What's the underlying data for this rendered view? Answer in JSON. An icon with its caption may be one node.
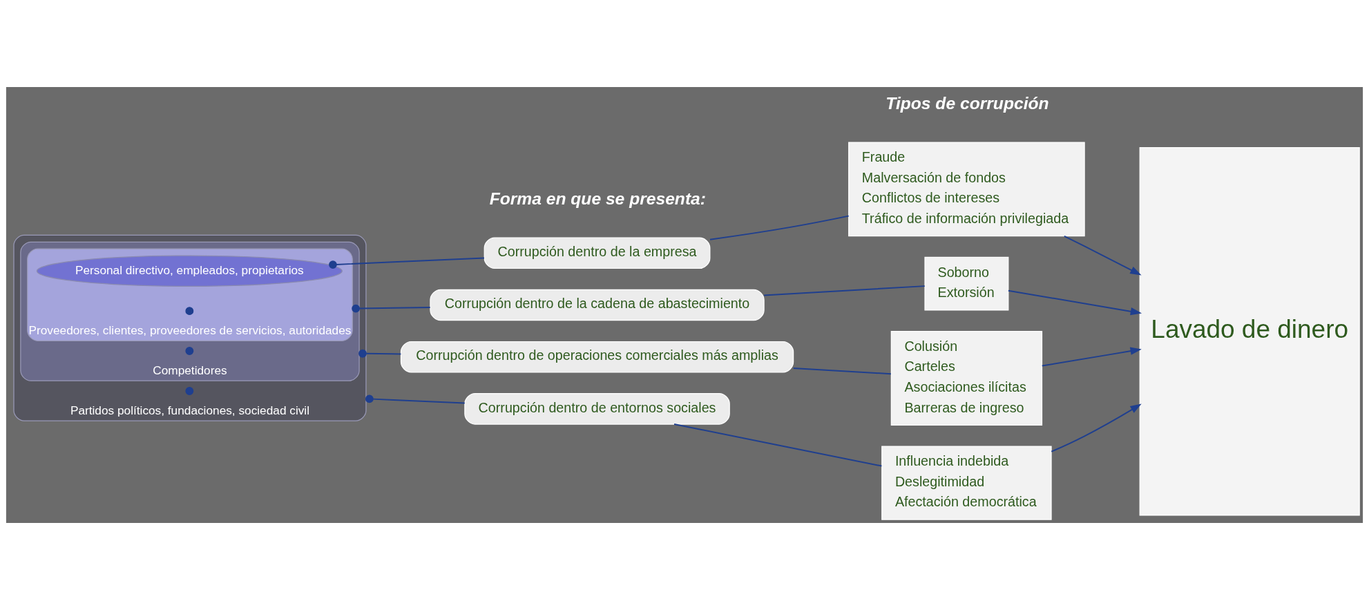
{
  "diagram": {
    "nodes": [
      {
        "text": [
          "Partidos políticos, fundaciones, sociedad civil"
        ]
      },
      {
        "text": [
          "Competidores"
        ],
        "in": 0
      },
      {
        "text": [
          "Proveedores, clientes, proveedores de servicios, autoridades"
        ],
        "in": 1
      },
      {
        "text": [
          "Personal directivo, empleados, propietarios"
        ],
        "in": 2
      },
      {
        "text": [
          "Corrupción dentro de la empresa"
        ]
      },
      {
        "text": [
          "Corrupción dentro de la cadena de abastecimiento"
        ]
      },
      {
        "text": [
          "Corrupción dentro de operaciones comerciales más amplias"
        ]
      },
      {
        "text": [
          "Corrupción dentro de entornos sociales"
        ]
      },
      {
        "text": [
          "Fraude",
          "Malversación de fondos",
          "Conflictos de intereses",
          "Tráfico de información privilegiada"
        ]
      },
      {
        "text": [
          "Soborno",
          "Extorsión"
        ]
      },
      {
        "text": [
          "Colusión",
          "Carteles",
          "Asociaciones ilícitas",
          "Barreras de ingreso"
        ]
      },
      {
        "text": [
          "Influencia indebida",
          "Deslegitimidad",
          "Afectación democrática"
        ]
      },
      {
        "text": [
          "Lavado de dinero"
        ]
      }
    ],
    "edges": [
      {
        "from": 3,
        "to": 4,
        "arrow": "other"
      },
      {
        "from": 2,
        "to": 5,
        "arrow": "other"
      },
      {
        "from": 1,
        "to": 6,
        "arrow": "other"
      },
      {
        "from": 0,
        "to": 7,
        "arrow": "other"
      },
      {
        "from": 4,
        "to": 8,
        "arrow": "none"
      },
      {
        "from": 5,
        "to": 9,
        "arrow": "none"
      },
      {
        "from": 6,
        "to": 10,
        "arrow": "none"
      },
      {
        "from": 7,
        "to": 11,
        "arrow": "none"
      },
      {
        "from": 8,
        "to": 12,
        "arrow": "to"
      },
      {
        "from": 9,
        "to": 12,
        "arrow": "to"
      },
      {
        "from": 10,
        "to": 12,
        "arrow": "to"
      },
      {
        "from": 11,
        "to": 12,
        "arrow": "to"
      }
    ],
    "labels": [
      "Forma en que se presenta:",
      "Tipos de corrupción"
    ]
  }
}
